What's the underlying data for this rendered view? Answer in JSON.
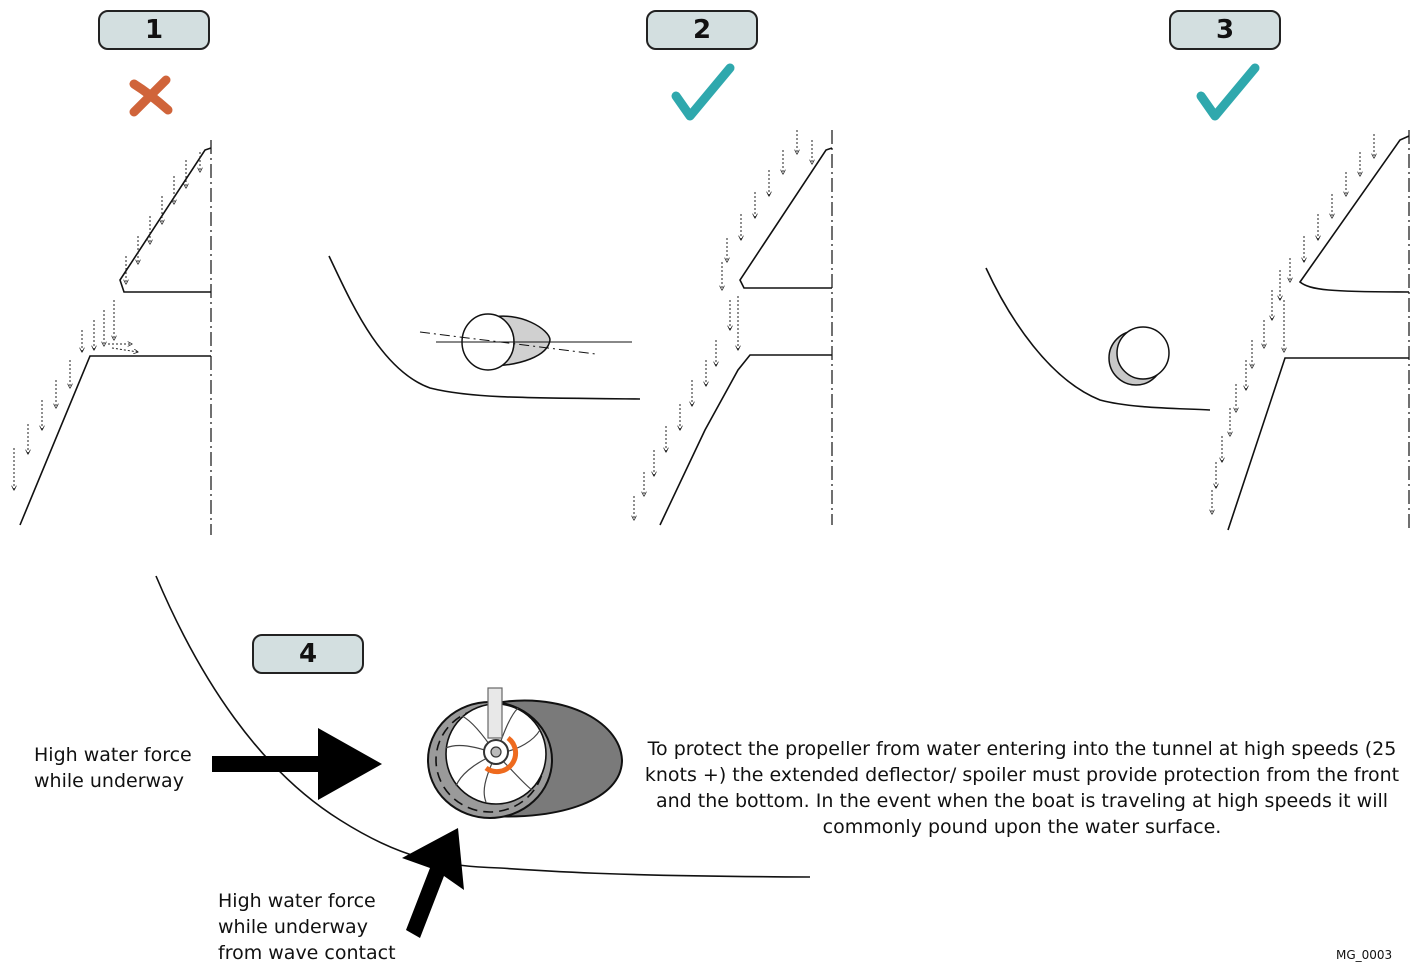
{
  "panels": {
    "p1": {
      "number": "1",
      "status": "incorrect",
      "status_icon": "cross-icon"
    },
    "p2": {
      "number": "2",
      "status": "correct",
      "status_icon": "check-icon"
    },
    "p3": {
      "number": "3",
      "status": "correct",
      "status_icon": "check-icon"
    },
    "p4": {
      "number": "4"
    }
  },
  "labels": {
    "force_front": "High water force\nwhile underway",
    "force_bottom": "High water force\nwhile underway\nfrom wave contact",
    "description": "To protect the propeller from water entering into the tunnel at high speeds (25 knots +) the extended deflector/ spoiler must  provide protection from the front and the bottom. In the event when the boat is traveling at high speeds it will commonly pound upon the water surface.",
    "reference": "MG_0003"
  },
  "colors": {
    "badge_fill": "#d3dfe0",
    "cross": "#d0643a",
    "check": "#2fa8ad",
    "accent_orange": "#ee6a1e",
    "tunnel_gray": "#7a7a7a",
    "arrow": "#000000"
  }
}
